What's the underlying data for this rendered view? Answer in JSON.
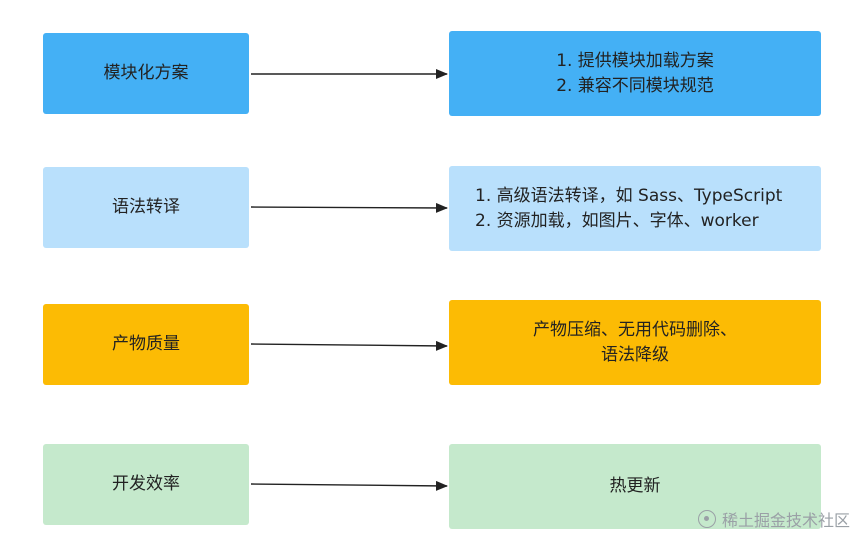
{
  "colors": {
    "blue": "#44b0f5",
    "light_blue": "#b9e0fc",
    "orange": "#fcbb04",
    "green": "#c5e9cc",
    "arrow": "#222222"
  },
  "rows": [
    {
      "left_label": "模块化方案",
      "right_lines": [
        "1. 提供模块加载方案",
        "2. 兼容不同模块规范"
      ]
    },
    {
      "left_label": "语法转译",
      "right_lines": [
        "1. 高级语法转译，如 Sass、TypeScript",
        "2. 资源加载，如图片、字体、worker"
      ]
    },
    {
      "left_label": "产物质量",
      "right_lines": [
        "产物压缩、无用代码删除、",
        "语法降级"
      ]
    },
    {
      "left_label": "开发效率",
      "right_lines": [
        "热更新"
      ]
    }
  ],
  "watermark": {
    "icon": "juejin-logo-icon",
    "text": "稀土掘金技术社区"
  }
}
